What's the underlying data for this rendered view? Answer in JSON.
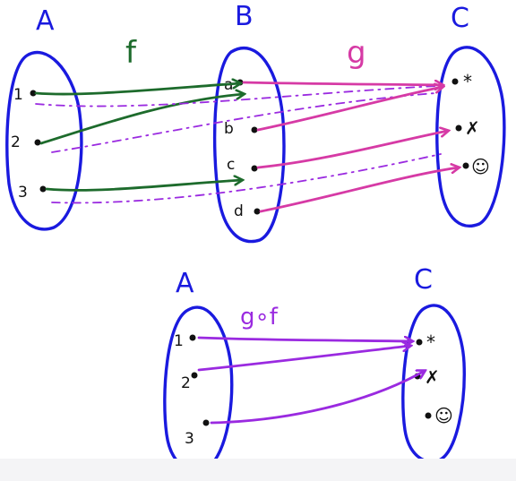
{
  "colors": {
    "set_outline": "#1a1adf",
    "f": "#1d6b2c",
    "g": "#d63aa5",
    "gof": "#9a2ae0",
    "f_preview": "#9a2ae0"
  },
  "top": {
    "A": {
      "title": "A",
      "elements": [
        "1",
        "2",
        "3"
      ]
    },
    "B": {
      "title": "B",
      "elements": [
        "a",
        "b",
        "c",
        "d"
      ]
    },
    "C": {
      "title": "C",
      "symbols": [
        "*",
        "✗",
        "☺"
      ]
    },
    "f_label": "f",
    "g_label": "g",
    "f_map": [
      [
        "1",
        "a"
      ],
      [
        "2",
        "a"
      ],
      [
        "3",
        "c"
      ]
    ],
    "g_map": [
      [
        "a",
        "*"
      ],
      [
        "b",
        "*"
      ],
      [
        "c",
        "✗"
      ],
      [
        "d",
        "☺"
      ]
    ]
  },
  "bottom": {
    "A": {
      "title": "A",
      "elements": [
        "1",
        "2",
        "3"
      ]
    },
    "C": {
      "title": "C",
      "symbols": [
        "*",
        "✗",
        "☺"
      ]
    },
    "gof_label": "g∘f",
    "map": [
      [
        "1",
        "*"
      ],
      [
        "2",
        "*"
      ],
      [
        "3",
        "✗"
      ]
    ]
  }
}
